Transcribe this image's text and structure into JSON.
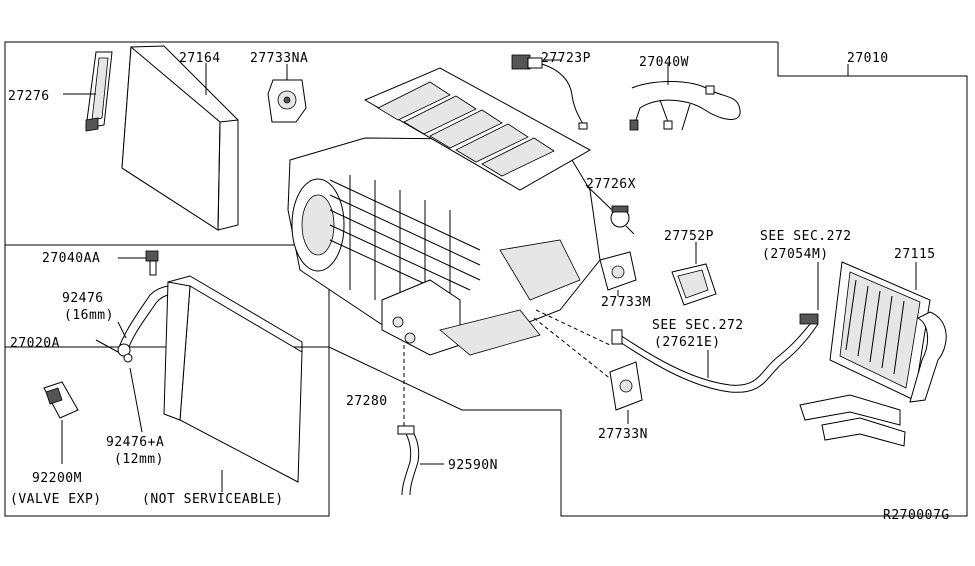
{
  "diagram_id": "R270007G",
  "labels": {
    "p27276": "27276",
    "p27164": "27164",
    "p27733NA": "27733NA",
    "p27723P": "27723P",
    "p27040W": "27040W",
    "p27010": "27010",
    "p27726X": "27726X",
    "p27752P": "27752P",
    "p27733M": "27733M",
    "see_sec_a": "SEE SEC.272",
    "ref_27054M": "(27054M)",
    "p27115": "27115",
    "see_sec_b": "SEE SEC.272",
    "ref_27621E": "(27621E)",
    "p27733N": "27733N",
    "p27040AA": "27040AA",
    "p92476": "92476",
    "p92476_size": "(16mm)",
    "p27020A": "27020A",
    "p92476A": "92476+A",
    "p92476A_size": "(12mm)",
    "p92200M": "92200M",
    "valve_exp": "(VALVE EXP)",
    "not_serviceable": "(NOT SERVICEABLE)",
    "p27280": "27280",
    "p92590N": "92590N"
  }
}
